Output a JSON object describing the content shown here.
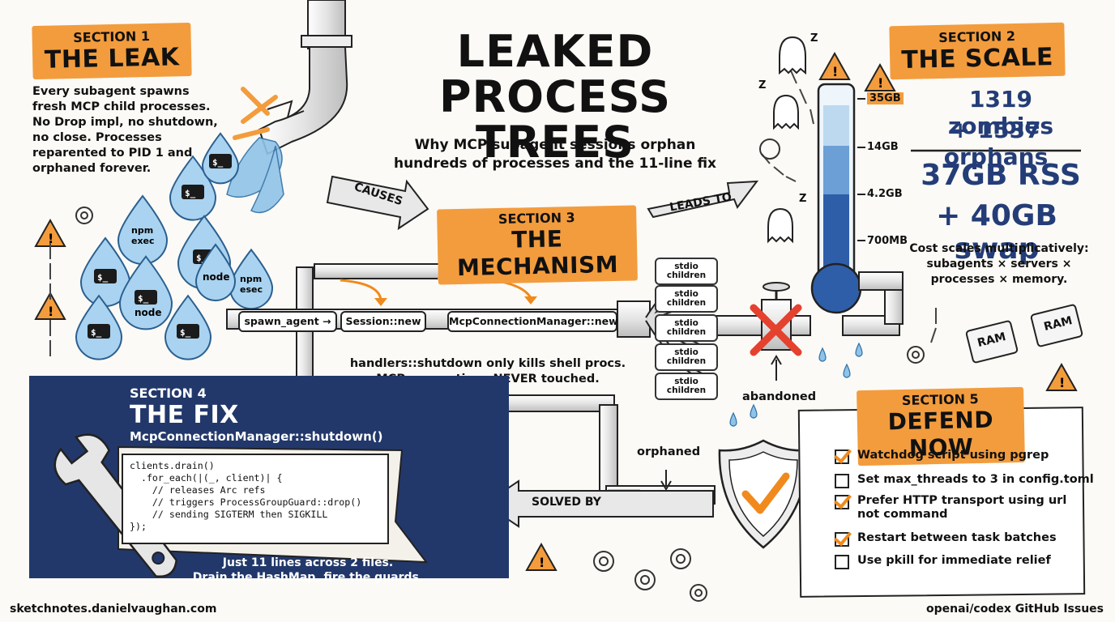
{
  "title": {
    "line1": "LEAKED",
    "line2": "PROCESS TREES",
    "subtitle_line1": "Why MCP subagent sessions orphan",
    "subtitle_line2": "hundreds of processes and the 11-line fix"
  },
  "section1": {
    "label": "SECTION 1",
    "title": "THE LEAK",
    "body": [
      "Every subagent spawns",
      "fresh MCP child processes.",
      "No Drop impl, no shutdown,",
      "no close. Processes",
      "reparented to PID 1 and",
      "orphaned forever."
    ],
    "drops": [
      "$_",
      "npm exec",
      "$_",
      "$_",
      "$_ node",
      "$_",
      "node",
      "npm esec",
      "$_ node",
      "$_",
      "$_"
    ]
  },
  "section2": {
    "label": "SECTION 2",
    "title": "THE SCALE",
    "zombies": "1319 zombies",
    "orphans": "+ 1537 orphans",
    "rss": "37GB RSS",
    "swap": "+ 40GB swap",
    "note": [
      "Cost scales multiplicatively:",
      "subagents × servers ×",
      "processes × memory."
    ],
    "gauge_ticks": [
      "35GB",
      "14GB",
      "4.2GB",
      "700MB"
    ],
    "ram_chips": [
      "RAM",
      "RAM"
    ],
    "zzz": [
      "Z",
      "Z",
      "Z"
    ]
  },
  "section3": {
    "label": "SECTION 3",
    "title": "THE MECHANISM",
    "flow": [
      "spawn_agent →",
      "Session::new",
      "McpConnectionManager::new"
    ],
    "children": [
      "stdio\nchildren",
      "stdio\nchildren",
      "stdio\nchildren",
      "stdio\nchildren",
      "stdio\nchildren"
    ],
    "note_line1": "handlers::shutdown only kills shell procs.",
    "note_line2": "MCP connections NEVER touched.",
    "abandoned": "abandoned",
    "orphaned": "orphaned"
  },
  "section4": {
    "label": "SECTION 4",
    "title": "THE FIX",
    "fn": "McpConnectionManager::shutdown()",
    "code": "clients.drain()\n  .for_each(|(_, client)| {\n    // releases Arc refs\n    // triggers ProcessGroupGuard::drop()\n    // sending SIGTERM then SIGKILL\n});",
    "caption_line1": "Just 11 lines across 2 files.",
    "caption_line2": "Drain the HashMap, fire the guards."
  },
  "section5": {
    "label": "SECTION 5",
    "title": "DEFEND NOW",
    "items": [
      {
        "text": "Watchdog script using pgrep",
        "checked": true
      },
      {
        "text": "Set max_threads to 3 in config.toml",
        "checked": false
      },
      {
        "text": "Prefer HTTP transport using url\nnot command",
        "checked": true
      },
      {
        "text": "Restart between task batches",
        "checked": true
      },
      {
        "text": "Use pkill for immediate relief",
        "checked": false
      }
    ]
  },
  "arrows": {
    "causes": "CAUSES",
    "leads_to": "LEADS TO",
    "solved_by": "SOLVED BY"
  },
  "footer": {
    "left": "sketchnotes.danielvaughan.com",
    "right": "openai/codex GitHub Issues"
  },
  "colors": {
    "accent_orange": "#f39c3d",
    "navy": "#22386b",
    "water_blue": "#8fc3e8",
    "danger_red": "#e5412f",
    "stat_blue": "#243d78"
  },
  "icons": [
    "water-drop-icon",
    "gear-icon",
    "warning-icon",
    "chain-icon",
    "ghost-icon",
    "thermometer-icon",
    "ram-chip-icon",
    "wrench-icon",
    "shield-check-icon",
    "valve-x-icon",
    "pipe-icon"
  ]
}
